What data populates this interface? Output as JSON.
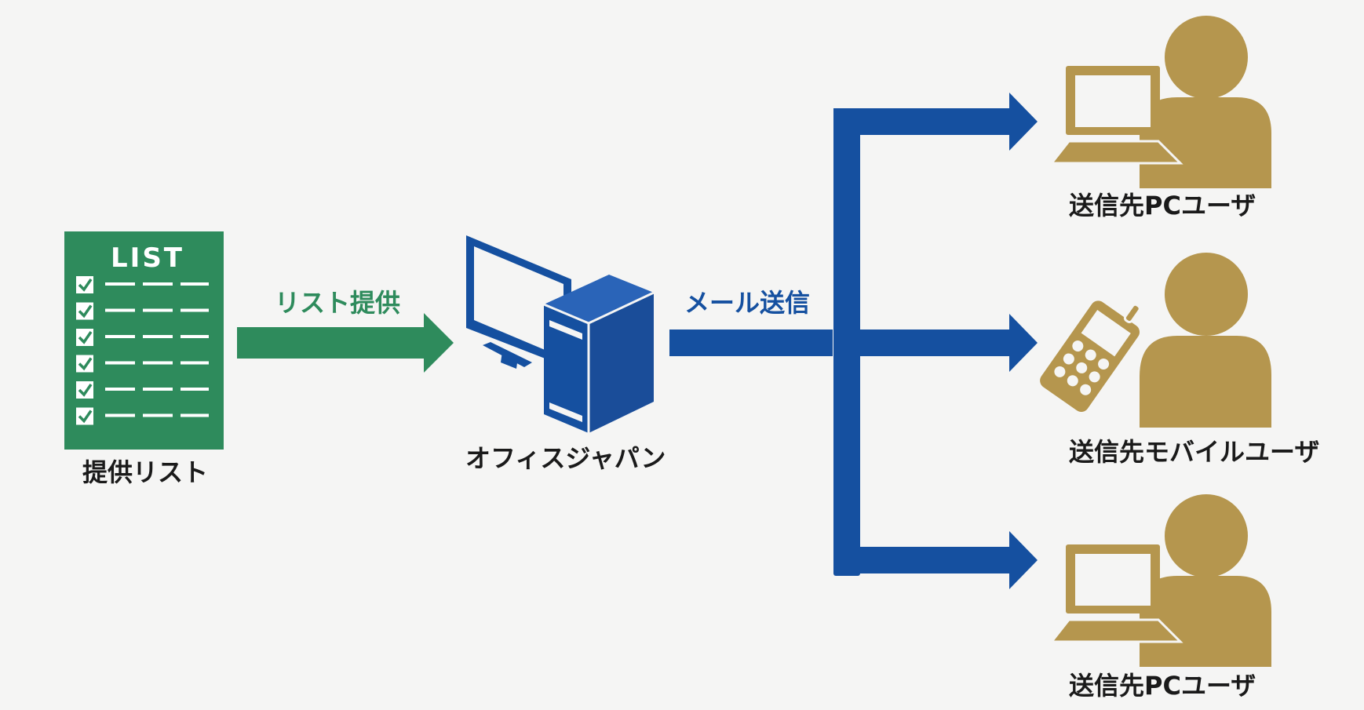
{
  "colors": {
    "background": "#f5f5f4",
    "list_green": "#2e8b5c",
    "server_blue": "#1550a0",
    "user_gold": "#b5964e",
    "text": "#1a1a1a",
    "label_green": "#2e8b5c",
    "label_blue": "#1550a0"
  },
  "list_doc": {
    "heading": "LIST",
    "caption": "提供リスト",
    "icon": "checklist-document-icon",
    "rows": 6
  },
  "arrow_provide": {
    "label": "リスト提供"
  },
  "server": {
    "caption": "オフィスジャパン",
    "icon": "desktop-computer-icon"
  },
  "arrow_send": {
    "label": "メール送信"
  },
  "recipients": [
    {
      "caption": "送信先PCユーザ",
      "icon": "laptop-user-icon"
    },
    {
      "caption": "送信先モバイルユーザ",
      "icon": "mobile-user-icon"
    },
    {
      "caption": "送信先PCユーザ",
      "icon": "laptop-user-icon"
    }
  ]
}
